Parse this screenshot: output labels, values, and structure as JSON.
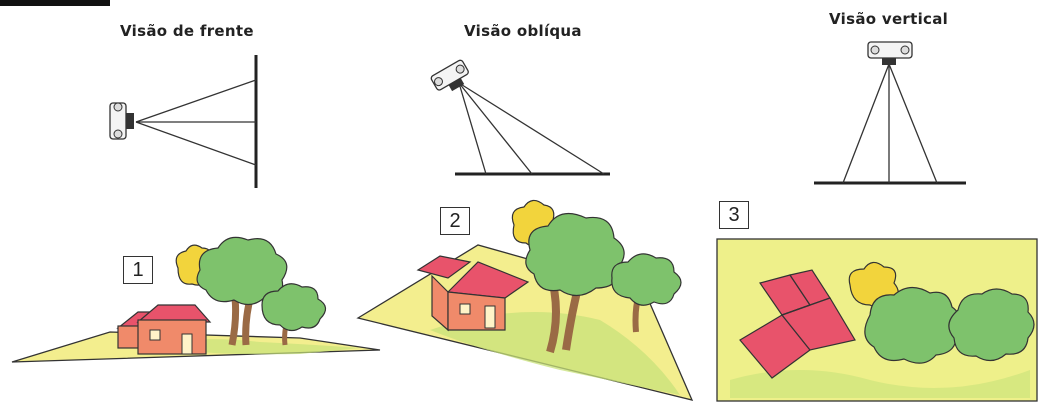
{
  "views": [
    {
      "title": "Visão de frente",
      "tag": "1"
    },
    {
      "title": "Visão oblíqua",
      "tag": "2"
    },
    {
      "title": "Visão vertical",
      "tag": "3"
    }
  ],
  "colors": {
    "ground": "#f3ee8e",
    "grass": "#c8e27a",
    "roof": "#e8536b",
    "wall": "#f08a6a",
    "tree": "#7ec26c",
    "tree_yellow": "#f2d43c",
    "trunk": "#9a6a45",
    "line": "#222222"
  }
}
